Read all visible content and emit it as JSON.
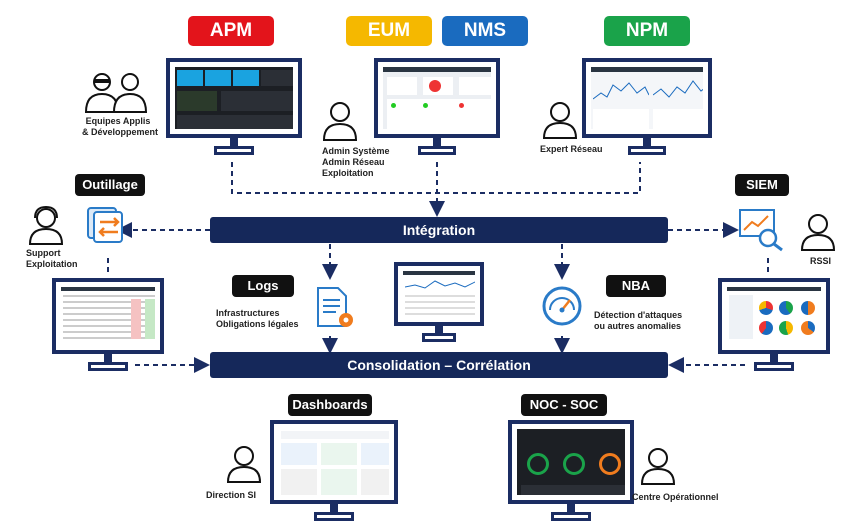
{
  "badges": {
    "apm": {
      "label": "APM",
      "color": "#e3141b"
    },
    "eum": {
      "label": "EUM",
      "color": "#f5b800"
    },
    "nms": {
      "label": "NMS",
      "color": "#1a6bbf"
    },
    "npm": {
      "label": "NPM",
      "color": "#1aa34a"
    }
  },
  "tags": {
    "outillage": "Outillage",
    "siem": "SIEM",
    "logs": "Logs",
    "nba": "NBA",
    "dashboards": "Dashboards",
    "noc_soc": "NOC - SOC"
  },
  "bars": {
    "integration": "Intégration",
    "consolidation": "Consolidation – Corrélation"
  },
  "people": {
    "equipes": [
      "Equipes Applis",
      "& Développement"
    ],
    "admin": [
      "Admin Système",
      "Admin Réseau",
      "Exploitation"
    ],
    "expert": [
      "Expert Réseau"
    ],
    "support": [
      "Support",
      "Exploitation"
    ],
    "rssi": [
      "RSSI"
    ],
    "direction": [
      "Direction SI"
    ],
    "centre": [
      "Centre Opérationnel"
    ]
  },
  "annotations": {
    "logs_desc": [
      "Infrastructures",
      "Obligations légales"
    ],
    "nba_desc": [
      "Détection d'attaques",
      "ou autres anomalies"
    ]
  },
  "colors": {
    "navy": "#15285a",
    "monitor_frame": "#1b2d63",
    "arrow": "#1b2d63",
    "icon_blue": "#2a7bc8",
    "icon_orange": "#f07c1e"
  }
}
